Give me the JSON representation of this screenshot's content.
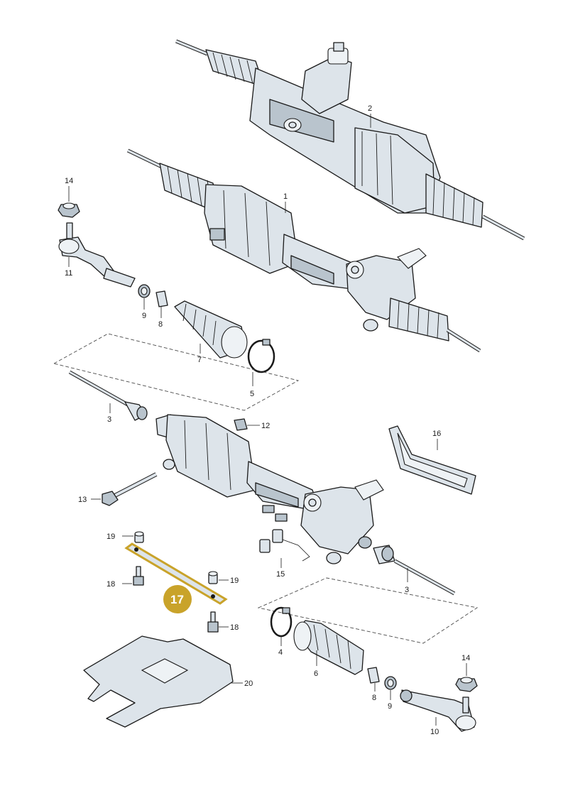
{
  "callouts": {
    "c1": "1",
    "c2": "2",
    "c3a": "3",
    "c3b": "3",
    "c4": "4",
    "c5": "5",
    "c6": "6",
    "c7": "7",
    "c8a": "8",
    "c8b": "8",
    "c9a": "9",
    "c9b": "9",
    "c10": "10",
    "c11": "11",
    "c12": "12",
    "c13": "13",
    "c14a": "14",
    "c14b": "14",
    "c15": "15",
    "c16": "16",
    "c18a": "18",
    "c18b": "18",
    "c19a": "19",
    "c19b": "19",
    "c20": "20"
  },
  "highlight": {
    "label": "17",
    "badge_color": "#c9a32a",
    "outline_color": "#c9a32a"
  },
  "colors": {
    "part_fill": "#dde4ea",
    "part_shadow": "#b9c4cd",
    "line": "#1a1a1a"
  }
}
